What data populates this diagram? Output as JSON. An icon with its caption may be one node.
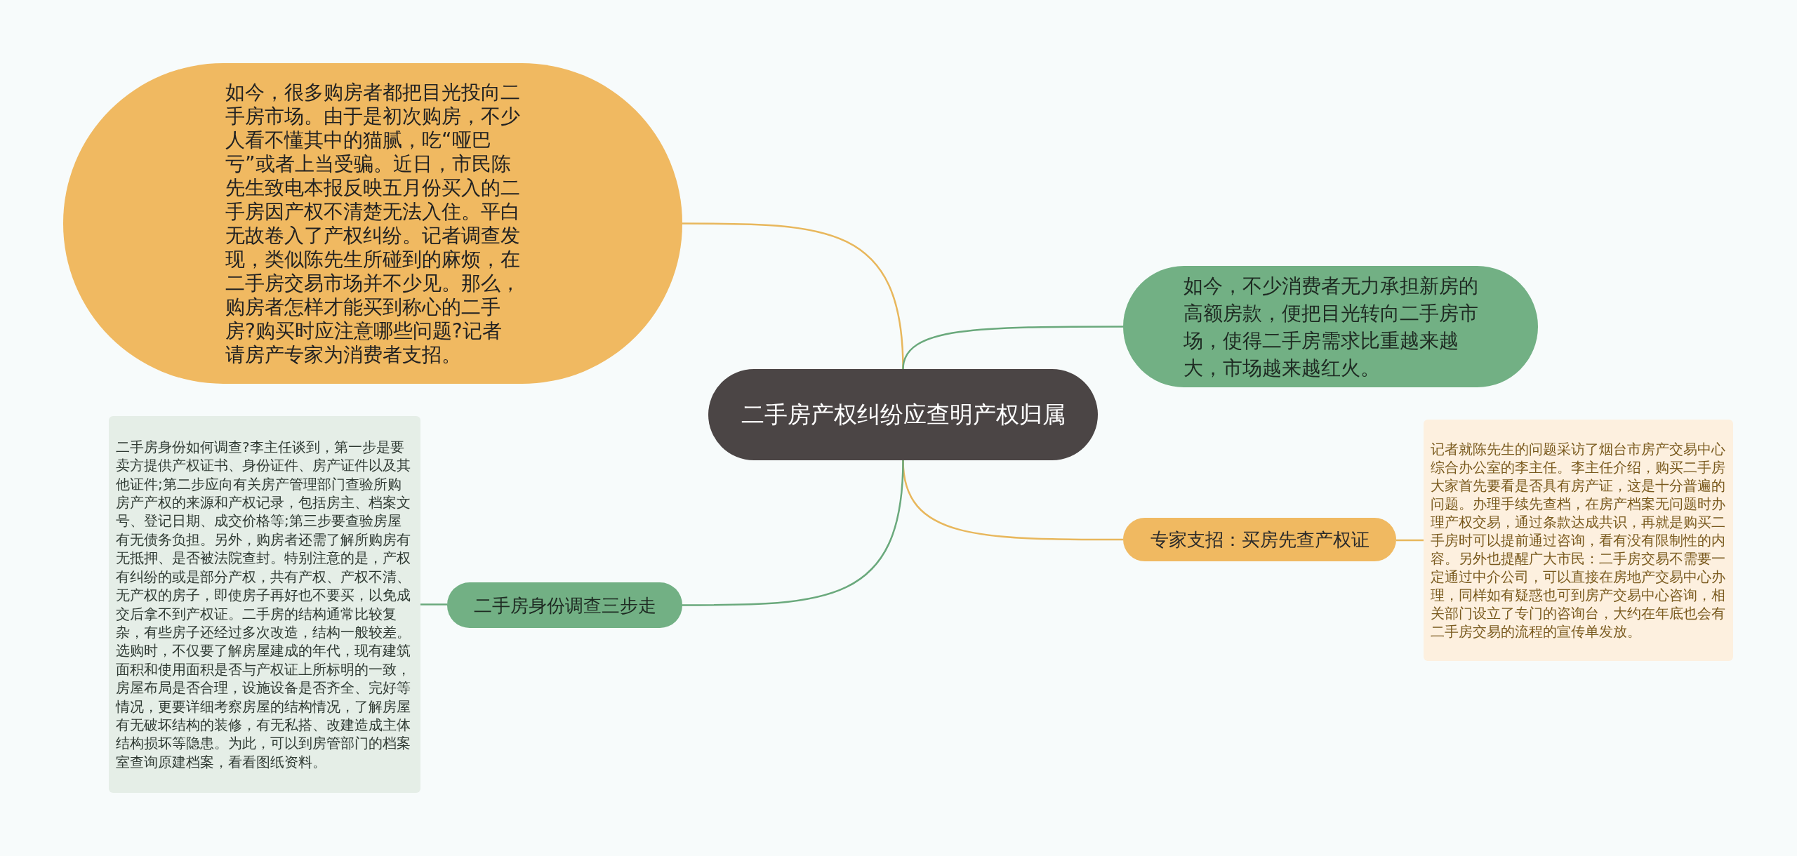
{
  "diagram": {
    "nodes": [
      {
        "text": [
          "二手房产权纠纷应查明产权归属"
        ]
      },
      {
        "text": [
          "如今，很多购房者都把目光投向二手房市场。由于是初次购房，不少人看不懂其中的猫腻，吃“哑巴亏”或者上当受骗。近日，市民陈先生致电本报反映五月份买入的二手房因产权不清楚无法入住。平白无故卷入了产权纠纷。记者调查发现，类似陈先生所碰到的麻烦，在二手房交易市场并不少见。那么，购房者怎样才能买到称心的二手房?购买时应注意哪些问题?记者请房产专家为消费者支招。"
        ]
      },
      {
        "text": [
          "如今，不少消费者无力承担新房的高额房款，便把目光转向二手房市场，使得二手房需求比重越来越大，市场越来越红火。"
        ]
      },
      {
        "text": [
          "专家支招：买房先查产权证"
        ]
      },
      {
        "text": [
          "记者就陈先生的问题采访了烟台市房产交易中心综合办公室的李主任。李主任介绍，购买二手房大家首先要看是否具有房产证，这是十分普遍的问题。办理手续先查档，在房产档案无问题时办理产权交易，通过条款达成共识，再就是购买二手房时可以提前通过咨询，看有没有限制性的内容。另外也提醒广大市民：二手房交易不需要一定通过中介公司，可以直接在房地产交易中心办理，同样如有疑惑也可到房产交易中心咨询，相关部门设立了专门的咨询台，大约在年底也会有二手房交易的流程的宣传单发放。"
        ]
      },
      {
        "text": [
          "二手房身份调查三步走"
        ]
      },
      {
        "text": [
          "二手房身份如何调查?李主任谈到，第一步是要卖方提供产权证书、身份证件、房产证件以及其他证件;第二步应向有关房产管理部门查验所购房产产权的来源和产权记录，包括房主、档案文号、登记日期、成交价格等;第三步要查验房屋有无债务负担。另外，购房者还需了解所购房有无抵押、是否被法院查封。特别注意的是，产权有纠纷的或是部分产权，共有产权、产权不清、无产权的房子，即使房子再好也不要买，以免成交后拿不到产权证。二手房的结构通常比较复杂，有些房子还经过多次改造，结构一般较差。选购时，不仅要了解房屋建成的年代，现有建筑面积和使用面积是否与产权证上所标明的一致，房屋布局是否合理，设施设备是否齐全、完好等情况，更要详细考察房屋的结构情况，了解房屋有无破坏结构的装修，有无私搭、改建造成主体结构损坏等隐患。为此，可以到房管部门的档案室查询原建档案，看看图纸资料。"
        ]
      }
    ],
    "edges": [
      {
        "from": 0,
        "to": 1,
        "arrow": "none",
        "color": "#e8b75c"
      },
      {
        "from": 0,
        "to": 2,
        "arrow": "none",
        "color": "#6aa97c"
      },
      {
        "from": 0,
        "to": 3,
        "arrow": "none",
        "color": "#e8b75c"
      },
      {
        "from": 3,
        "to": 4,
        "arrow": "none",
        "color": "#e8b75c"
      },
      {
        "from": 0,
        "to": 5,
        "arrow": "none",
        "color": "#6aa97c"
      },
      {
        "from": 5,
        "to": 6,
        "arrow": "none",
        "color": "#6aa97c"
      }
    ]
  }
}
